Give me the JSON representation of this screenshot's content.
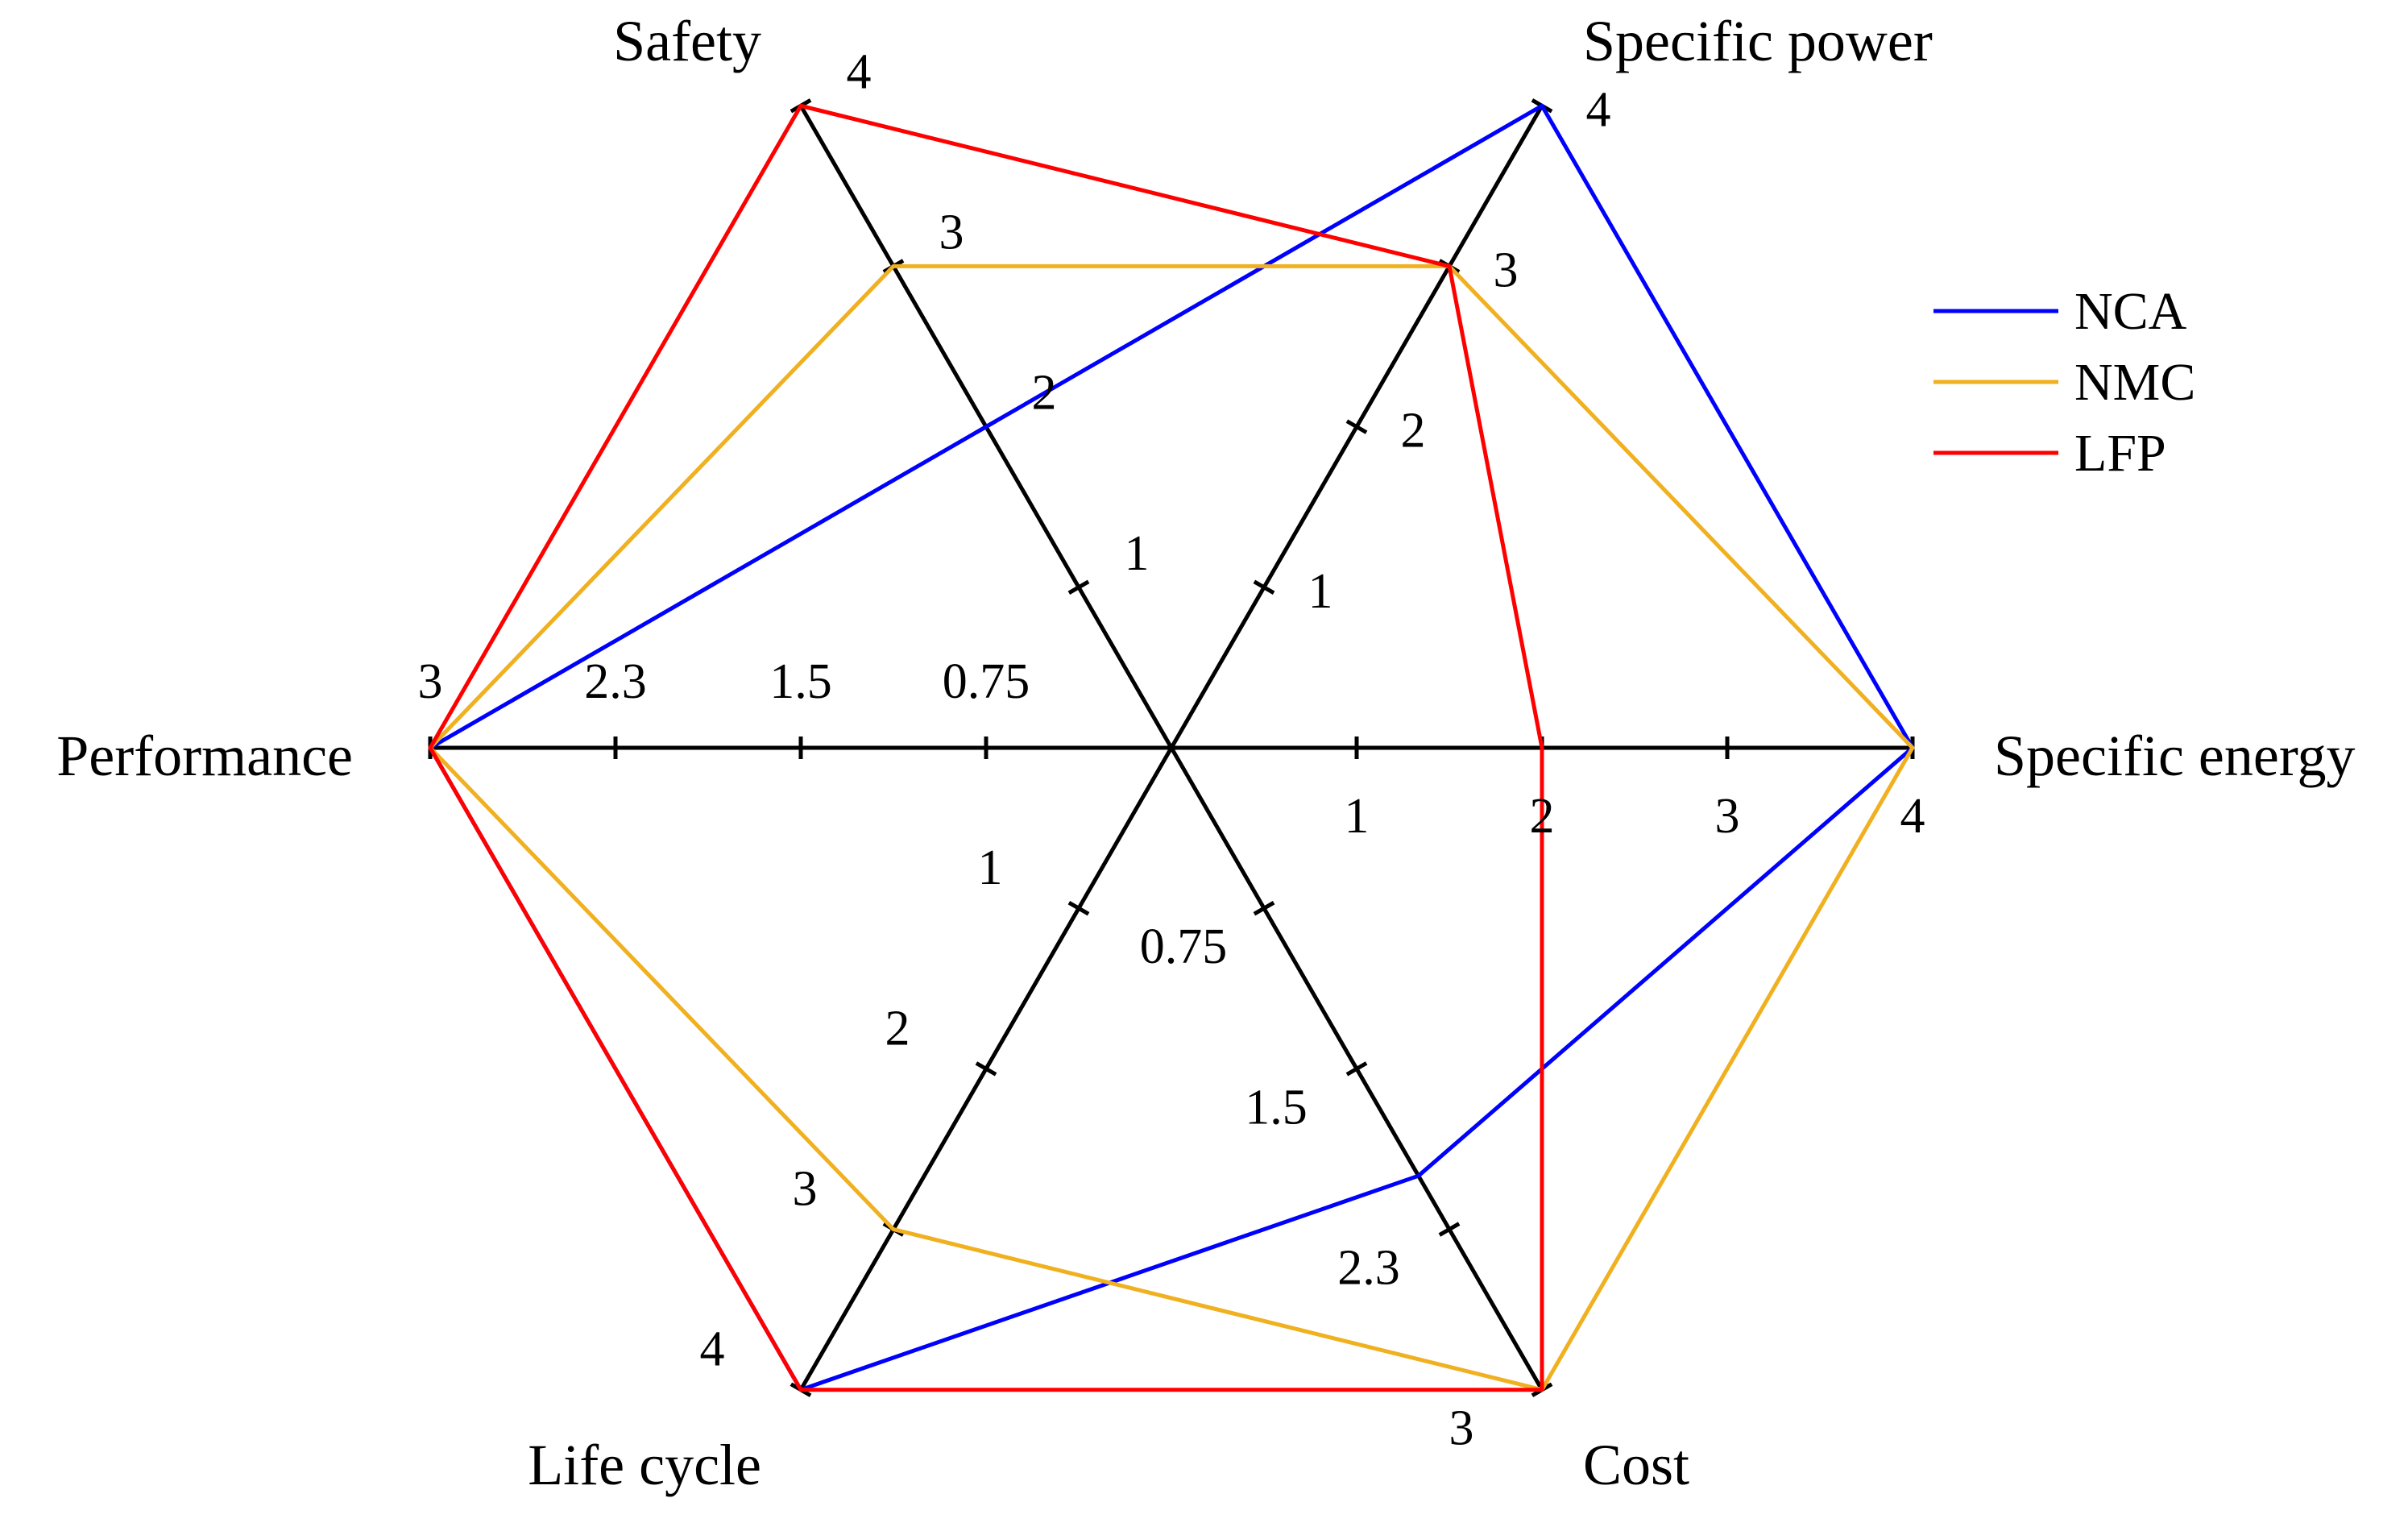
{
  "chart_data": {
    "type": "radar",
    "axes": [
      {
        "name": "Specific energy",
        "ticks": [
          "1",
          "2",
          "3",
          "4"
        ]
      },
      {
        "name": "Specific power",
        "ticks": [
          "1",
          "2",
          "3",
          "4"
        ]
      },
      {
        "name": "Safety",
        "ticks": [
          "1",
          "2",
          "3",
          "4"
        ]
      },
      {
        "name": "Performance",
        "ticks": [
          "0.75",
          "1.5",
          "2.3",
          "3"
        ]
      },
      {
        "name": "Life cycle",
        "ticks": [
          "1",
          "2",
          "3",
          "4"
        ]
      },
      {
        "name": "Cost",
        "ticks": [
          "0.75",
          "1.5",
          "2.3",
          "3"
        ]
      }
    ],
    "series": [
      {
        "name": "NCA",
        "color": "#0000ff",
        "values": [
          4,
          4,
          2,
          3,
          4,
          2
        ]
      },
      {
        "name": "NMC",
        "color": "#f0b020",
        "values": [
          4,
          3,
          3,
          3,
          3,
          3
        ]
      },
      {
        "name": "LFP",
        "color": "#ff0000",
        "values": [
          2,
          3,
          4,
          3,
          4,
          3
        ]
      }
    ],
    "legend_position": "right",
    "grid": false
  }
}
